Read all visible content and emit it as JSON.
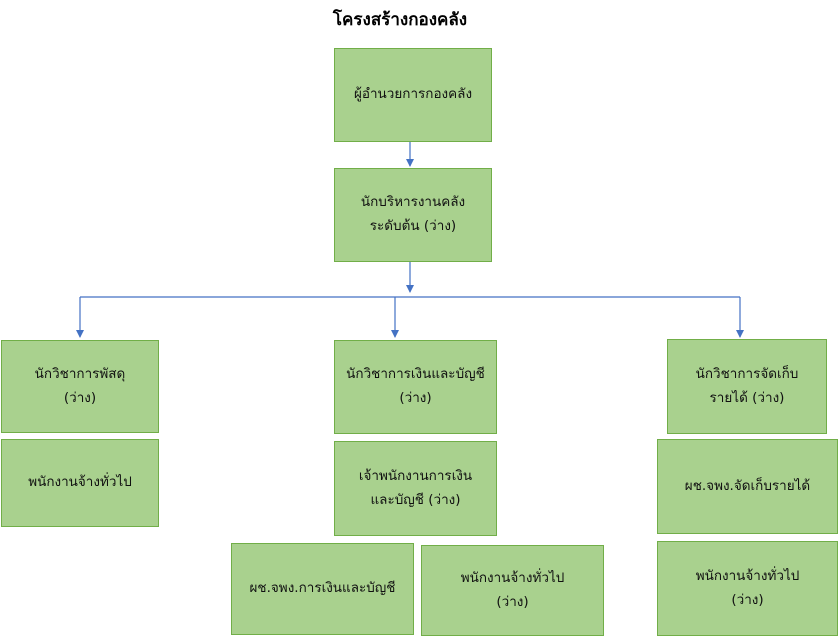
{
  "title": "โครงสร้างกองคลัง",
  "nodes": {
    "director": {
      "lines": [
        "ผู้อำนวยการกองคลัง"
      ]
    },
    "finance_exec": {
      "lines": [
        "นักบริหารงานคลัง",
        "ระดับต้น (ว่าง)"
      ]
    },
    "supplies": {
      "lines": [
        "นักวิชาการพัสดุ",
        "(ว่าง)"
      ]
    },
    "supplies_general": {
      "lines": [
        "พนักงานจ้างทั่วไป"
      ]
    },
    "finance_accounting": {
      "lines": [
        "นักวิชาการเงินและบัญชี",
        "(ว่าง)"
      ]
    },
    "finance_officer": {
      "lines": [
        "เจ้าพนักงานการเงิน",
        "และบัญชี (ว่าง)"
      ]
    },
    "finance_assistant": {
      "lines": [
        "ผช.จพง.การเงินและบัญชี"
      ]
    },
    "finance_general": {
      "lines": [
        "พนักงานจ้างทั่วไป",
        "(ว่าง)"
      ]
    },
    "revenue": {
      "lines": [
        "นักวิชาการจัดเก็บ",
        "รายได้ (ว่าง)"
      ]
    },
    "revenue_assistant": {
      "lines": [
        "ผช.จพง.จัดเก็บรายได้"
      ]
    },
    "revenue_general": {
      "lines": [
        "พนักงานจ้างทั่วไป",
        "(ว่าง)"
      ]
    }
  },
  "colors": {
    "box_fill": "#a9d18e",
    "box_border": "#71ae48",
    "connector": "#4472c4"
  }
}
